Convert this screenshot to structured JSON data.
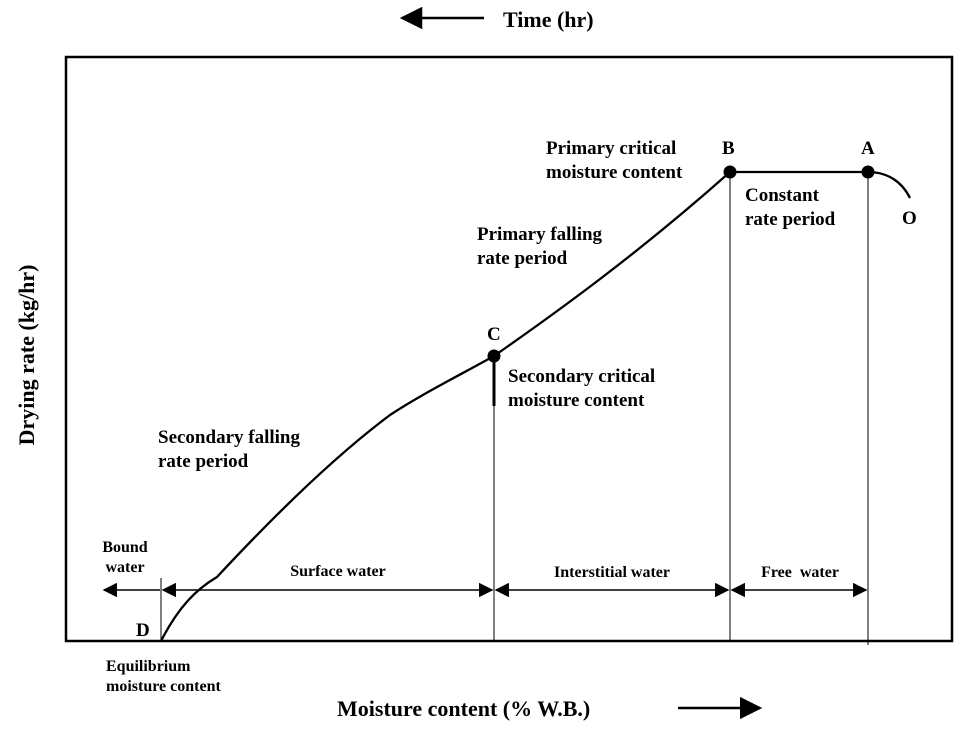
{
  "top_axis": {
    "label": "Time (hr)"
  },
  "x_axis": {
    "label": "Moisture content (% W.B.)"
  },
  "y_axis": {
    "label": "Drying rate (kg/hr)"
  },
  "points": {
    "A": "A",
    "B": "B",
    "C": "C",
    "D": "D",
    "O": "O"
  },
  "annotations": {
    "primary_critical_1": "Primary critical",
    "primary_critical_2": "moisture content",
    "constant_rate_1": "Constant",
    "constant_rate_2": "rate period",
    "primary_falling_1": "Primary falling",
    "primary_falling_2": "rate period",
    "secondary_critical_1": "Secondary critical",
    "secondary_critical_2": "moisture content",
    "secondary_falling_1": "Secondary falling",
    "secondary_falling_2": "rate period",
    "equilibrium_1": "Equilibrium",
    "equilibrium_2": "moisture content"
  },
  "regions": {
    "bound_water_1": "Bound",
    "bound_water_2": "water",
    "surface_water": "Surface water",
    "interstitial_water": "Interstitial water",
    "free_water": "Free  water"
  }
}
